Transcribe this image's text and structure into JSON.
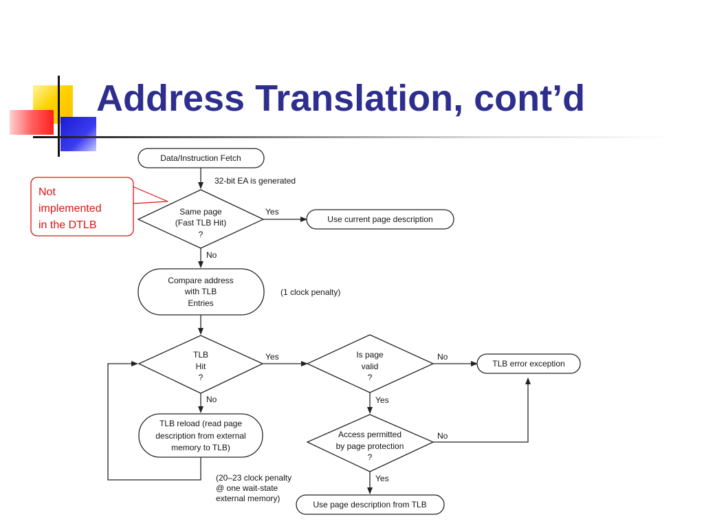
{
  "slide": {
    "title": "Address Translation, cont’d"
  },
  "callout": {
    "lines": [
      "Not",
      "implemented",
      "in the DTLB"
    ]
  },
  "nodes": {
    "fetch": [
      "Data/Instruction Fetch"
    ],
    "same_page": [
      "Same page",
      "(Fast TLB Hit)",
      "?"
    ],
    "use_current": [
      "Use current page description"
    ],
    "compare": [
      "Compare address",
      "with TLB",
      "Entries"
    ],
    "tlb_hit": [
      "TLB",
      "Hit",
      "?"
    ],
    "page_valid": [
      "Is page",
      "valid",
      "?"
    ],
    "error": [
      "TLB error exception"
    ],
    "reload": [
      "TLB reload (read page",
      "description from external",
      "memory to TLB)"
    ],
    "access": [
      "Access permitted",
      "by page protection",
      "?"
    ],
    "use_tlb": [
      "Use page description from TLB"
    ]
  },
  "labels": {
    "ea_generated": "32-bit EA is generated",
    "same_yes": "Yes",
    "same_no": "No",
    "one_clock": "(1 clock penalty)",
    "hit_yes": "Yes",
    "hit_no": "No",
    "valid_no": "No",
    "valid_yes": "Yes",
    "access_no": "No",
    "access_yes": "Yes",
    "reload_penalty": [
      "(20–23 clock penalty",
      "@ one wait-state",
      "external memory)"
    ]
  },
  "colors": {
    "title": "#2e2e8f",
    "callout": "#e01010",
    "deco_yellow": "#ffd200",
    "deco_blue": "#2b2bd6",
    "deco_red": "#ff3a3a"
  }
}
